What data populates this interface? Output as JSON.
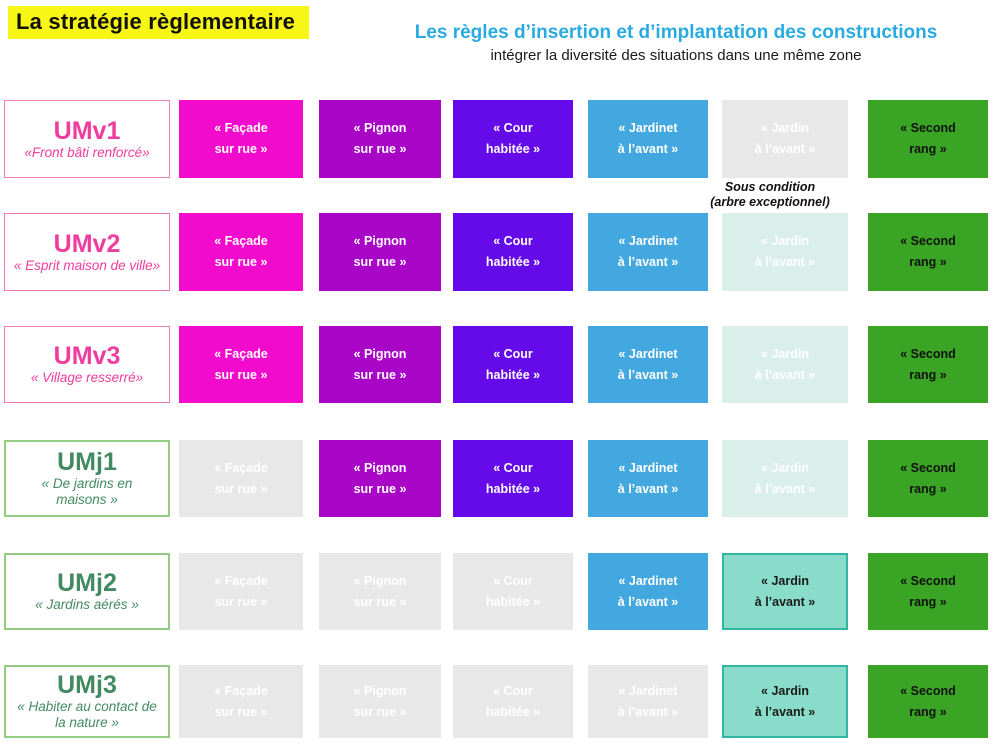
{
  "header": {
    "page_title": "La stratégie règlementaire",
    "main_title": "Les règles d’insertion et d’implantation des constructions",
    "subtitle": "intégrer la diversité des situations dans une même zone"
  },
  "columns": [
    {
      "key": "facade-sur-rue",
      "line1": "« Façade",
      "line2": "sur rue »",
      "color": "#F20ACD",
      "text_color": "#ffffff"
    },
    {
      "key": "pignon-sur-rue",
      "line1": "« Pignon",
      "line2": "sur rue »",
      "color": "#A805C6",
      "text_color": "#ffffff"
    },
    {
      "key": "cour-habitee",
      "line1": "« Cour",
      "line2": "habitée »",
      "color": "#650AE8",
      "text_color": "#ffffff"
    },
    {
      "key": "jardinet-avant",
      "line1": "« Jardinet",
      "line2": "à l’avant »",
      "color": "#44A8E0",
      "text_color": "#ffffff"
    },
    {
      "key": "jardin-avant",
      "line1": "« Jardin",
      "line2": "à l’avant »",
      "color": "#88DCC9",
      "text_color": "#1a1a1a",
      "border_color": "#2EB5A3"
    },
    {
      "key": "second-rang",
      "line1": "« Second",
      "line2": "rang »",
      "color": "#3AA525",
      "text_color": "#111111"
    }
  ],
  "states": {
    "off_gray": {
      "color": "#E8E8E8",
      "text_color": "#FFFFFF"
    },
    "off_teal": {
      "color": "#DAEFEA",
      "text_color": "#FFFFFF"
    }
  },
  "rows": [
    {
      "zone": "UMv1",
      "subtitle_lines": [
        "«Front bâti renforcé»"
      ],
      "theme": "pink",
      "cells": [
        "on",
        "on",
        "on",
        "on",
        "off_gray",
        "on"
      ]
    },
    {
      "zone": "UMv2",
      "subtitle_lines": [
        "« Esprit maison de ville»"
      ],
      "theme": "pink",
      "cells": [
        "on",
        "on",
        "on",
        "on",
        "off_teal",
        "on"
      ]
    },
    {
      "zone": "UMv3",
      "subtitle_lines": [
        "« Village resserré»"
      ],
      "theme": "pink",
      "cells": [
        "on",
        "on",
        "on",
        "on",
        "off_teal",
        "on"
      ]
    },
    {
      "zone": "UMj1",
      "subtitle_lines": [
        "« De jardins en",
        "maisons »"
      ],
      "theme": "green",
      "cells": [
        "off_gray",
        "on",
        "on",
        "on",
        "off_teal",
        "on"
      ]
    },
    {
      "zone": "UMj2",
      "subtitle_lines": [
        "« Jardins aérés »"
      ],
      "theme": "green",
      "cells": [
        "off_gray",
        "off_gray",
        "off_gray",
        "on",
        "on",
        "on"
      ]
    },
    {
      "zone": "UMj3",
      "subtitle_lines": [
        "« Habiter au contact de",
        "la nature »"
      ],
      "theme": "green",
      "cells": [
        "off_gray",
        "off_gray",
        "off_gray",
        "off_gray",
        "on",
        "on"
      ]
    }
  ],
  "note": {
    "line1": "Sous condition",
    "line2": "(arbre exceptionnel)"
  },
  "theme_colors": {
    "pink": {
      "border": "#F07EB4",
      "text": "#EF3C9F",
      "border_width": "1px"
    },
    "green": {
      "border": "#94CC80",
      "text": "#438A62",
      "border_width": "2px"
    },
    "title_cyan": "#29ABE2",
    "highlight_yellow": "#F7F614"
  }
}
